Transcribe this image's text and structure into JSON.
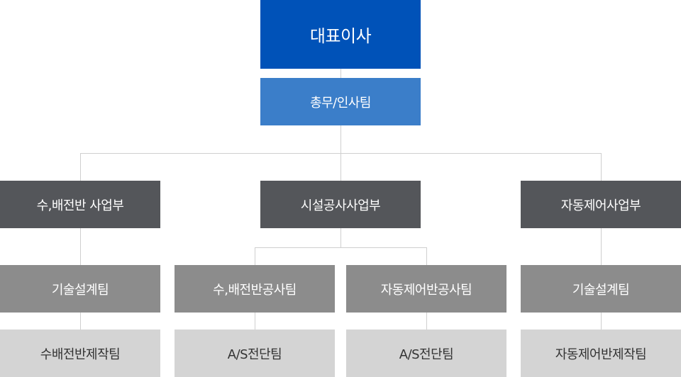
{
  "org_chart": {
    "ceo": "대표이사",
    "staff_team": "총무/인사팀",
    "divisions": [
      {
        "name": "수,배전반 사업부",
        "teams": [
          {
            "name": "기술설계팀",
            "sub": "수배전반제작팀"
          }
        ]
      },
      {
        "name": "시설공사사업부",
        "teams": [
          {
            "name": "수,배전반공사팀",
            "sub": "A/S전단팀"
          },
          {
            "name": "자동제어반공사팀",
            "sub": "A/S전단팀"
          }
        ]
      },
      {
        "name": "자동제어사업부",
        "teams": [
          {
            "name": "기술설계팀",
            "sub": "자동제어반제작팀"
          }
        ]
      }
    ],
    "colors": {
      "ceo": "#0052b8",
      "staff": "#3b7ec9",
      "division": "#54565a",
      "team": "#8c8c8c",
      "sub_team": "#d4d4d4",
      "connector": "#cfcfcf"
    }
  }
}
